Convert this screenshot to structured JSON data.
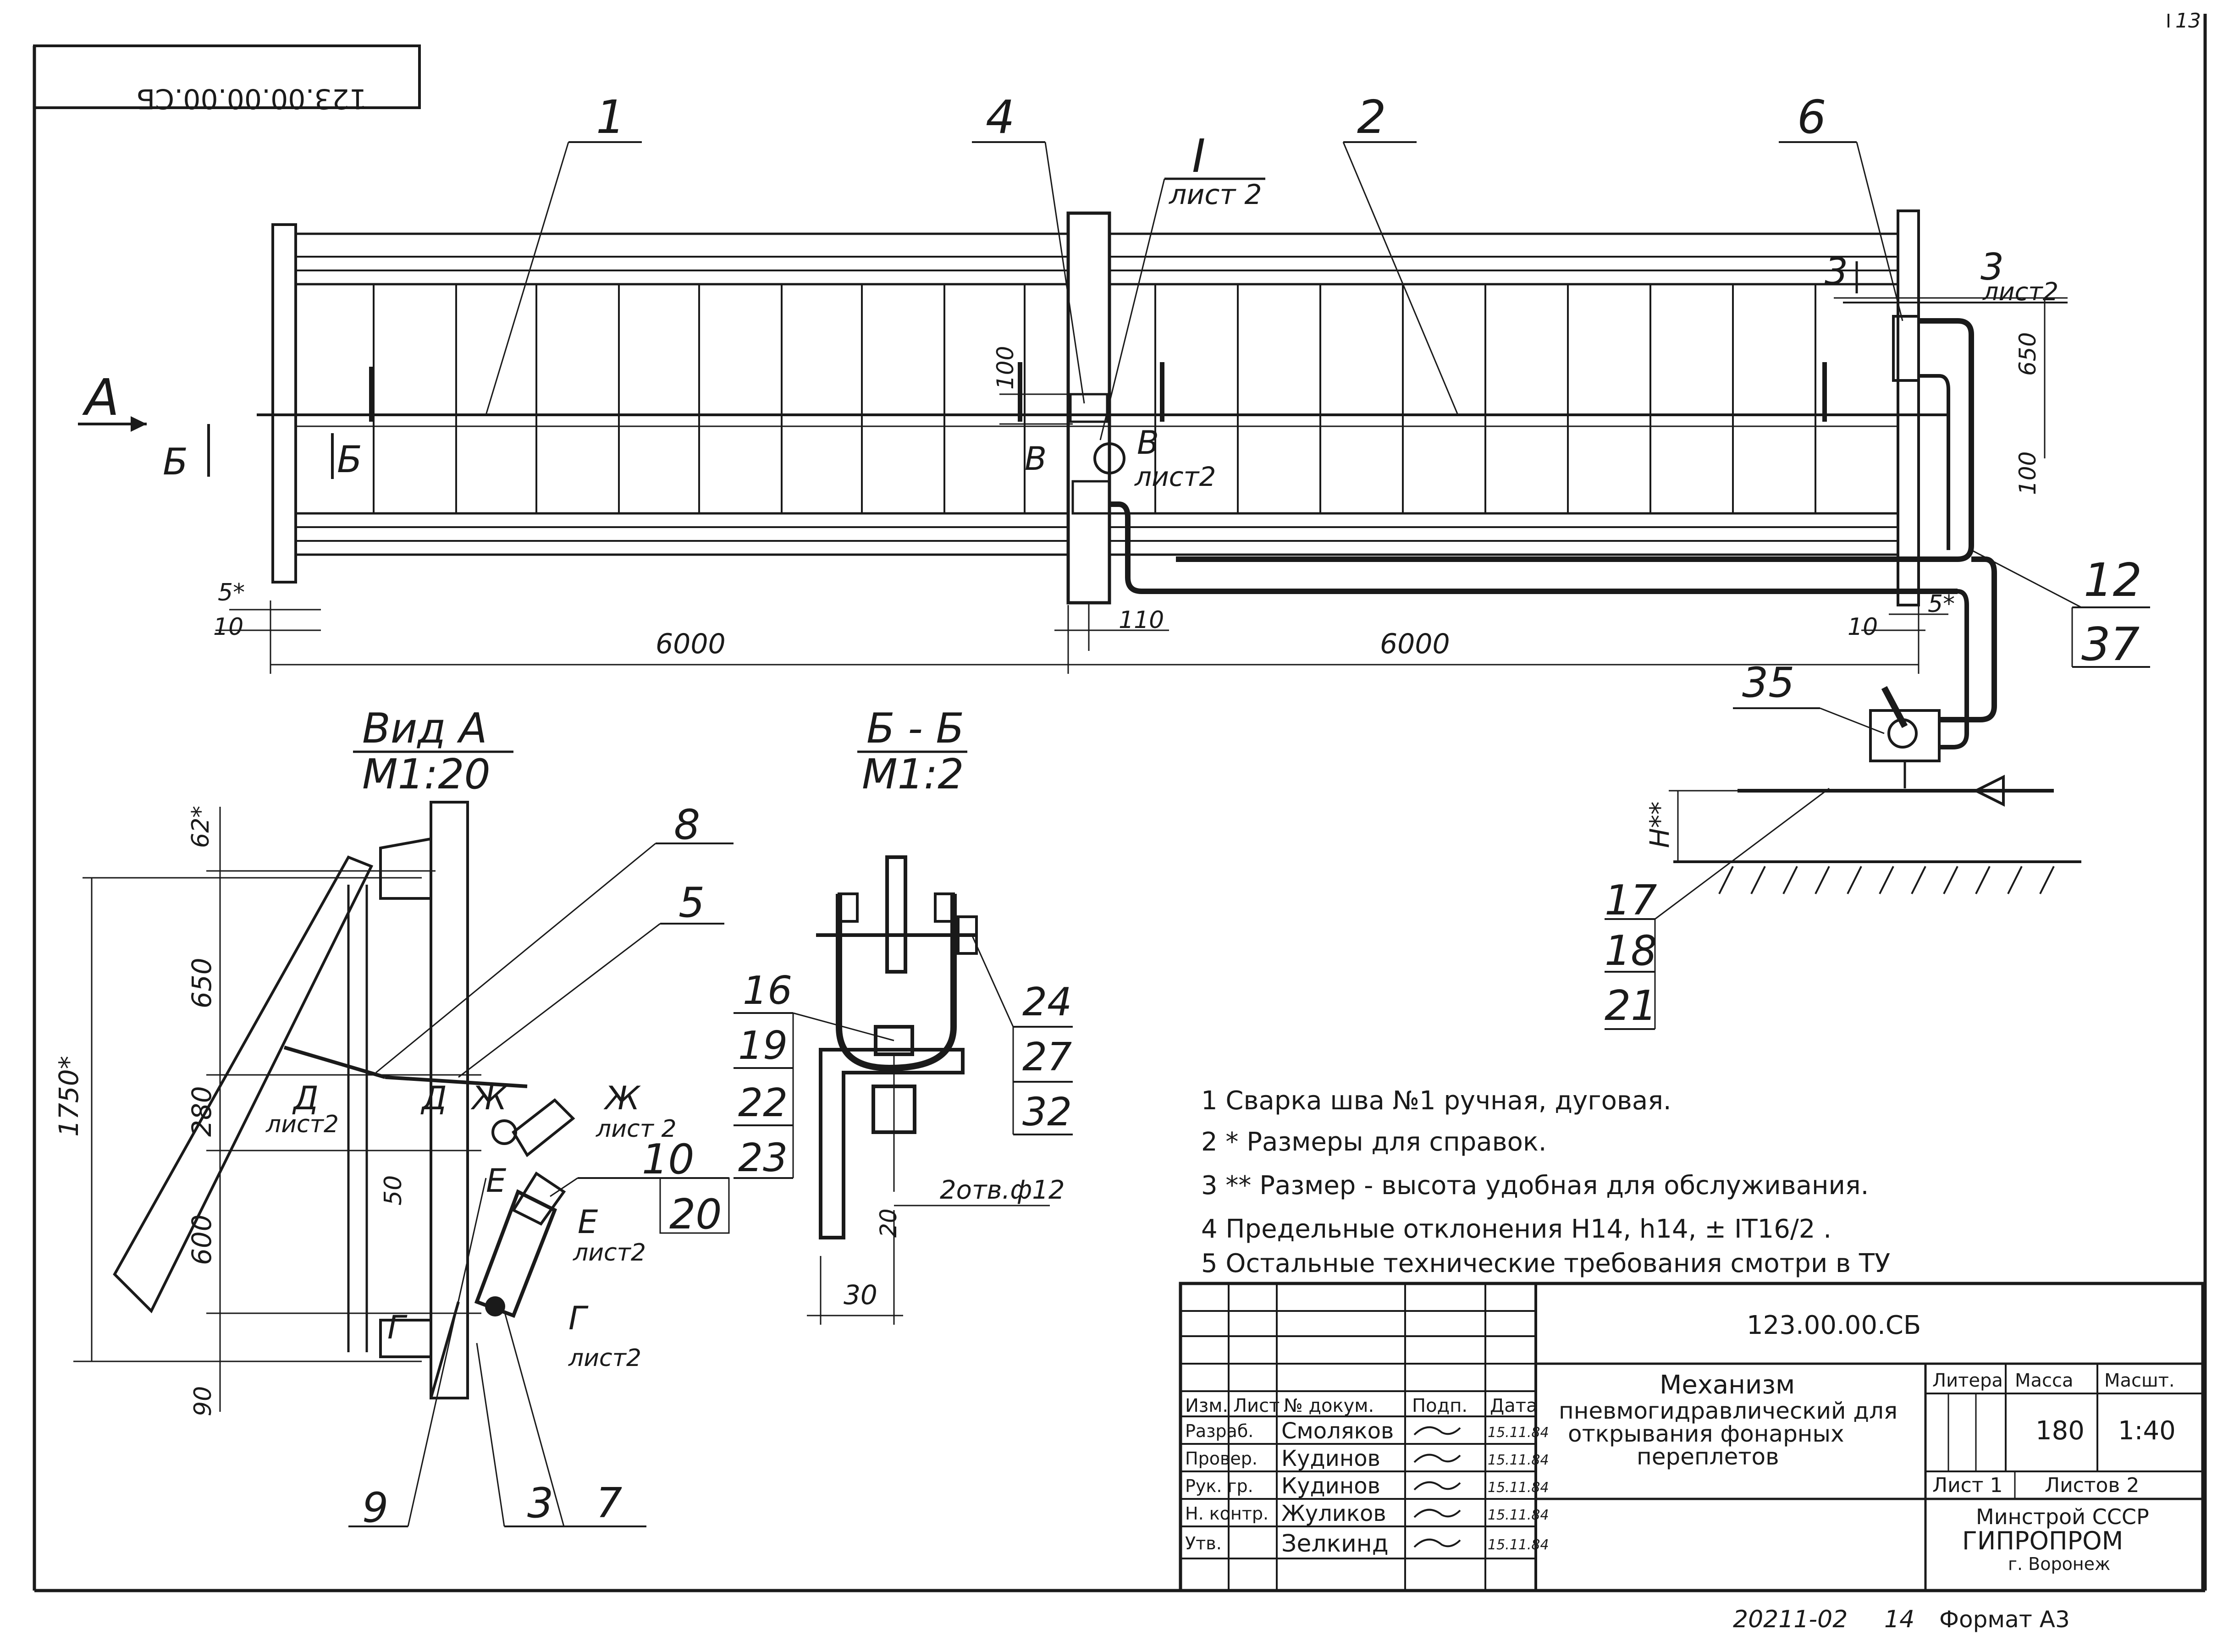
{
  "sheet": {
    "page_number": "13",
    "doc_code_rotated": "123.00.00.00.СБ",
    "footer_left": "20211-02",
    "footer_num": "14",
    "footer_format": "Формат А3"
  },
  "top_view": {
    "callouts": [
      "1",
      "4",
      "2",
      "6"
    ],
    "detail_I": "I",
    "detail_I_sheet": "лист 2",
    "view_arrow": "А",
    "section_b_left": "Б",
    "section_b_right": "Б",
    "section_v_left": "В",
    "section_v_right": "В",
    "section_v_sheet": "лист2",
    "section_3_left": "3",
    "section_3_right": "3",
    "section_3_sheet": "лист2",
    "dims": {
      "d100_mid": "100",
      "d650": "650",
      "d100_right": "100",
      "d5_left": "5*",
      "d10_left": "10",
      "d6000_left": "6000",
      "d110": "110",
      "d6000_right": "6000",
      "d10_right": "10",
      "d5_right": "5*",
      "h_star": "H**"
    },
    "callout_12": "12",
    "callout_37": "37",
    "callout_35": "35",
    "callouts_stack": [
      "17",
      "18",
      "21"
    ]
  },
  "view_a": {
    "title": "Вид А",
    "scale": "М1:20",
    "dims": {
      "d62": "62*",
      "d650": "650",
      "d1750": "1750*",
      "d280": "280",
      "d600": "600",
      "d90": "90",
      "d50": "50"
    },
    "callouts": [
      "8",
      "5",
      "10",
      "20",
      "9",
      "3",
      "7"
    ],
    "section_d_left": "Д",
    "section_d_right": "Д",
    "section_d_sheet": "лист2",
    "section_zh_left": "Ж",
    "section_zh_right": "Ж",
    "section_zh_sheet": "лист 2",
    "section_e_left": "Е",
    "section_e_right": "Е",
    "section_e_sheet": "лист2",
    "section_g_left": "Г",
    "section_g_right": "Г",
    "section_g_sheet": "лист2"
  },
  "section_bb": {
    "title": "Б - Б",
    "scale": "М1:2",
    "callouts_left": [
      "16",
      "19",
      "22",
      "23"
    ],
    "callouts_right": [
      "24",
      "27",
      "32"
    ],
    "holes": "2отв.ф12",
    "d20": "20",
    "d30": "30"
  },
  "notes": [
    "1 Сварка шва №1 ручная, дуговая.",
    "2 * Размеры для справок.",
    "3 ** Размер - высота удобная для обслуживания.",
    "4 Предельные отклонения Н14, h14, ± IT16/2 .",
    "5 Остальные технические требования смотри в ТУ"
  ],
  "title_block": {
    "code": "123.00.00.СБ",
    "name_line1": "Механизм",
    "name_line2": "пневмогидравлический для",
    "name_line3": "открывания фонарных",
    "name_line4": "переплетов",
    "col_headers": [
      "Изм.",
      "Лист",
      "№ докум.",
      "Подп.",
      "Дата"
    ],
    "rows": [
      {
        "role": "Разраб.",
        "name": "Смоляков",
        "date": "15.11.84"
      },
      {
        "role": "Провер.",
        "name": "Кудинов",
        "date": "15.11.84"
      },
      {
        "role": "Рук. гр.",
        "name": "Кудинов",
        "date": "15.11.84"
      },
      {
        "role": "Н. контр.",
        "name": "Жуликов",
        "date": "15.11.84"
      },
      {
        "role": "Утв.",
        "name": "Зелкинд",
        "date": "15.11.84"
      }
    ],
    "litera_label": "Литера",
    "mass_label": "Масса",
    "scale_label": "Масшт.",
    "mass": "180",
    "scale": "1:40",
    "sheet_label": "Лист 1",
    "sheets_label": "Листов 2",
    "org_line1": "Минстрой СССР",
    "org_line2": "ГИПРОПРОМ",
    "org_line3": "г. Воронеж"
  }
}
